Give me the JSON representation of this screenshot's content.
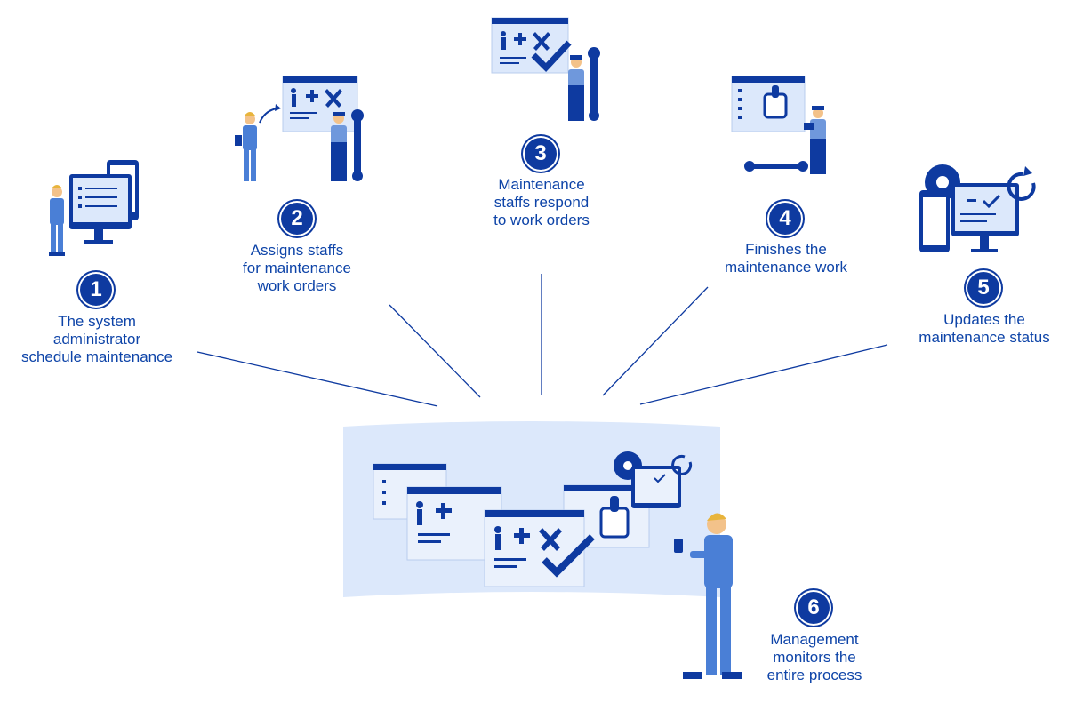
{
  "colors": {
    "primary": "#0e3aa0",
    "text": "#0e44a8",
    "light_blue": "#6f98dc",
    "panel": "#dce8fb",
    "person": "#4a7fd6"
  },
  "steps": [
    {
      "number": "1",
      "lines": [
        "The system",
        "administrator",
        "schedule maintenance"
      ],
      "icon": "admin-schedule-illustration"
    },
    {
      "number": "2",
      "lines": [
        "Assigns staffs",
        "for maintenance",
        "work orders"
      ],
      "icon": "assign-staff-illustration"
    },
    {
      "number": "3",
      "lines": [
        "Maintenance",
        "staffs respond",
        "to work orders"
      ],
      "icon": "staff-respond-illustration"
    },
    {
      "number": "4",
      "lines": [
        "Finishes the",
        "maintenance work"
      ],
      "icon": "finish-work-illustration"
    },
    {
      "number": "5",
      "lines": [
        "Updates the",
        "maintenance status"
      ],
      "icon": "update-status-illustration"
    },
    {
      "number": "6",
      "lines": [
        "Management",
        "monitors the",
        "entire process"
      ],
      "icon": "management-monitor-illustration"
    }
  ]
}
